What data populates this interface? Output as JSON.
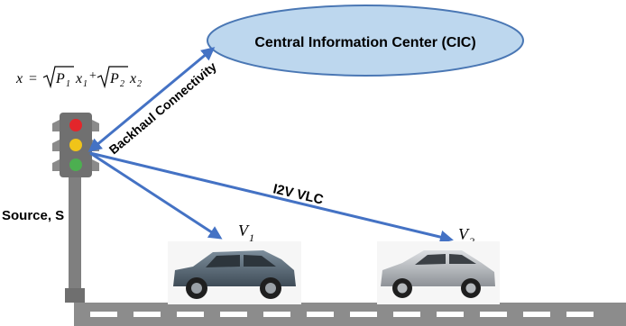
{
  "cic": {
    "label": "Central Information Center (CIC)"
  },
  "formula": {
    "x": "x",
    "equals": "=",
    "term1_coeff": "P",
    "term1_coeff_sub": "1",
    "term1_var": "x",
    "term1_var_sub": "1",
    "plus": "+",
    "term2_coeff": "P",
    "term2_coeff_sub": "2",
    "term2_var": "x",
    "term2_var_sub": "2"
  },
  "links": {
    "backhaul": "Backhaul Connectivity",
    "i2v": "I2V VLC"
  },
  "source": {
    "label": "Source, S"
  },
  "vehicles": [
    {
      "symbol": "V",
      "sub": "1",
      "color": "#5a6c7a"
    },
    {
      "symbol": "V",
      "sub": "2",
      "color": "#b9bcbf"
    }
  ],
  "colors": {
    "arrow": "#4472c4",
    "ellipse_fill": "#bdd7ee",
    "ellipse_stroke": "#4a77b4",
    "road": "#8c8c8c",
    "pole": "#7f7f7f",
    "light_red": "#e3262b",
    "light_yellow": "#f0c419",
    "light_green": "#4caf50"
  }
}
